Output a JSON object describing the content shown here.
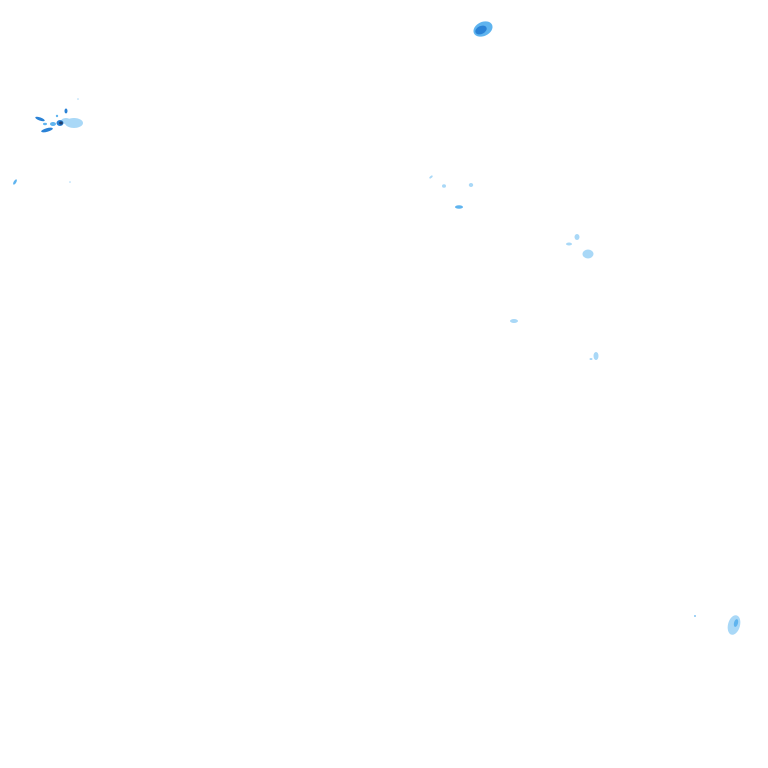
{
  "map": {
    "background_color": "#ffffff",
    "intensity_colors": {
      "light": "#a9d8f7",
      "moderate": "#5fb4ef",
      "heavy": "#2a82d6",
      "core": "#1f3f6e"
    },
    "echoes": [
      {
        "name": "echo-cell-north-central",
        "intensity": "heavy"
      },
      {
        "name": "echo-cluster-northwest",
        "intensity": "heavy"
      },
      {
        "name": "echo-speck-west-edge",
        "intensity": "moderate"
      },
      {
        "name": "echo-specks-central",
        "intensity": "light"
      },
      {
        "name": "echo-cluster-east-central",
        "intensity": "light"
      },
      {
        "name": "echo-speck-mid-east",
        "intensity": "light"
      },
      {
        "name": "echo-speck-east",
        "intensity": "light"
      },
      {
        "name": "echo-cell-southeast",
        "intensity": "light"
      }
    ]
  }
}
